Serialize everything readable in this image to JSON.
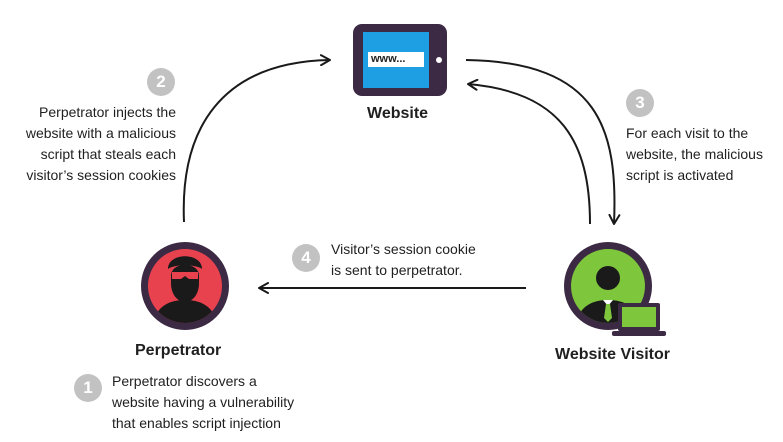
{
  "nodes": {
    "website": {
      "label": "Website",
      "screen_text": "www..."
    },
    "perpetrator": {
      "label": "Perpetrator"
    },
    "visitor": {
      "label": "Website Visitor"
    }
  },
  "steps": [
    {
      "number": "1",
      "lines": [
        "Perpetrator discovers a",
        "website having a vulnerability",
        "that enables script injection"
      ]
    },
    {
      "number": "2",
      "lines": [
        "Perpetrator injects the",
        "website with a malicious",
        "script that steals each",
        "visitor’s session cookies"
      ]
    },
    {
      "number": "3",
      "lines": [
        "For each visit to the",
        "website, the malicious",
        "script is activated"
      ]
    },
    {
      "number": "4",
      "lines": [
        "Visitor’s session cookie",
        "is sent to perpetrator."
      ]
    }
  ],
  "colors": {
    "step_badge": "#c2c2c2",
    "arrow": "#1a1a1a",
    "device_frame": "#3c2a45",
    "screen": "#1e9fe3",
    "perpetrator_bg": "#e8424f",
    "visitor_bg": "#7ec63b",
    "ring": "#3c2a45"
  }
}
